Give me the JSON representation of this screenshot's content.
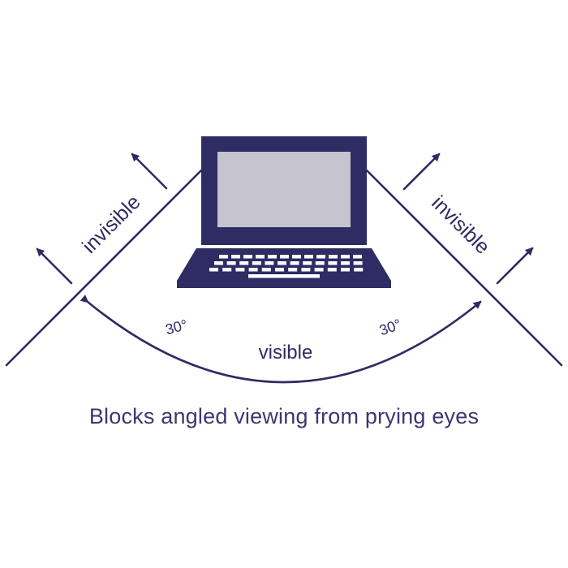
{
  "colors": {
    "ink": "#2e2c63",
    "screen": "#c6c4ce",
    "background": "#ffffff"
  },
  "labels": {
    "invisible_left": "invisible",
    "invisible_right": "invisible",
    "visible": "visible",
    "angle_left": "30°",
    "angle_right": "30°"
  },
  "caption": "Blocks angled viewing from prying eyes"
}
